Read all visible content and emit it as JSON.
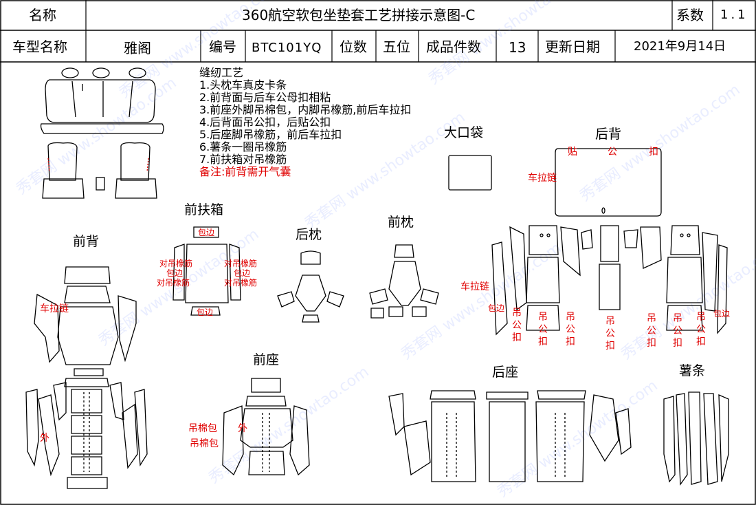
{
  "header": {
    "name_label": "名称",
    "title": "360航空软包坐垫套工艺拼接示意图-C",
    "series_label": "系数",
    "series_value": "1.1",
    "model_label": "车型名称",
    "model_value": "雅阁",
    "code_label": "编号",
    "code_value": "BTC101YQ",
    "position_label": "位数",
    "position_value": "五位",
    "count_label": "成品件数",
    "count_value": "13",
    "date_label": "更新日期",
    "date_value": "2021年9月14日"
  },
  "notes": {
    "title": "缝纫工艺",
    "items": [
      "1.头枕车真皮卡条",
      "2.前背面与后车公母扣相粘",
      "3.前座外脚吊棉包，内脚吊橡筋,前后车拉扣",
      "4.后背面吊公扣，后贴公扣",
      "5.后座脚吊橡筋，前后车拉扣",
      "6.薯条一圈吊橡筋",
      "7.前扶箱对吊橡筋"
    ],
    "remark": "备注:前背需开气囊"
  },
  "sections": {
    "big_pocket": "大口袋",
    "rear_back": "后背",
    "front_armrest": "前扶箱",
    "rear_headrest": "后枕",
    "front_headrest": "前枕",
    "front_back": "前背",
    "front_seat": "前座",
    "rear_seat": "后座",
    "fries": "薯条"
  },
  "annotations": {
    "tie": "贴",
    "male": "公",
    "buckle": "扣",
    "zipper": "车拉链",
    "binding": "包边",
    "pair_elastic": "对吊橡筋",
    "hang_male_buckle": "吊公扣",
    "outer": "外",
    "cotton_bag": "吊棉包"
  },
  "colors": {
    "annotation": "#e00000",
    "line": "#000000",
    "watermark": "#8c96ff"
  }
}
